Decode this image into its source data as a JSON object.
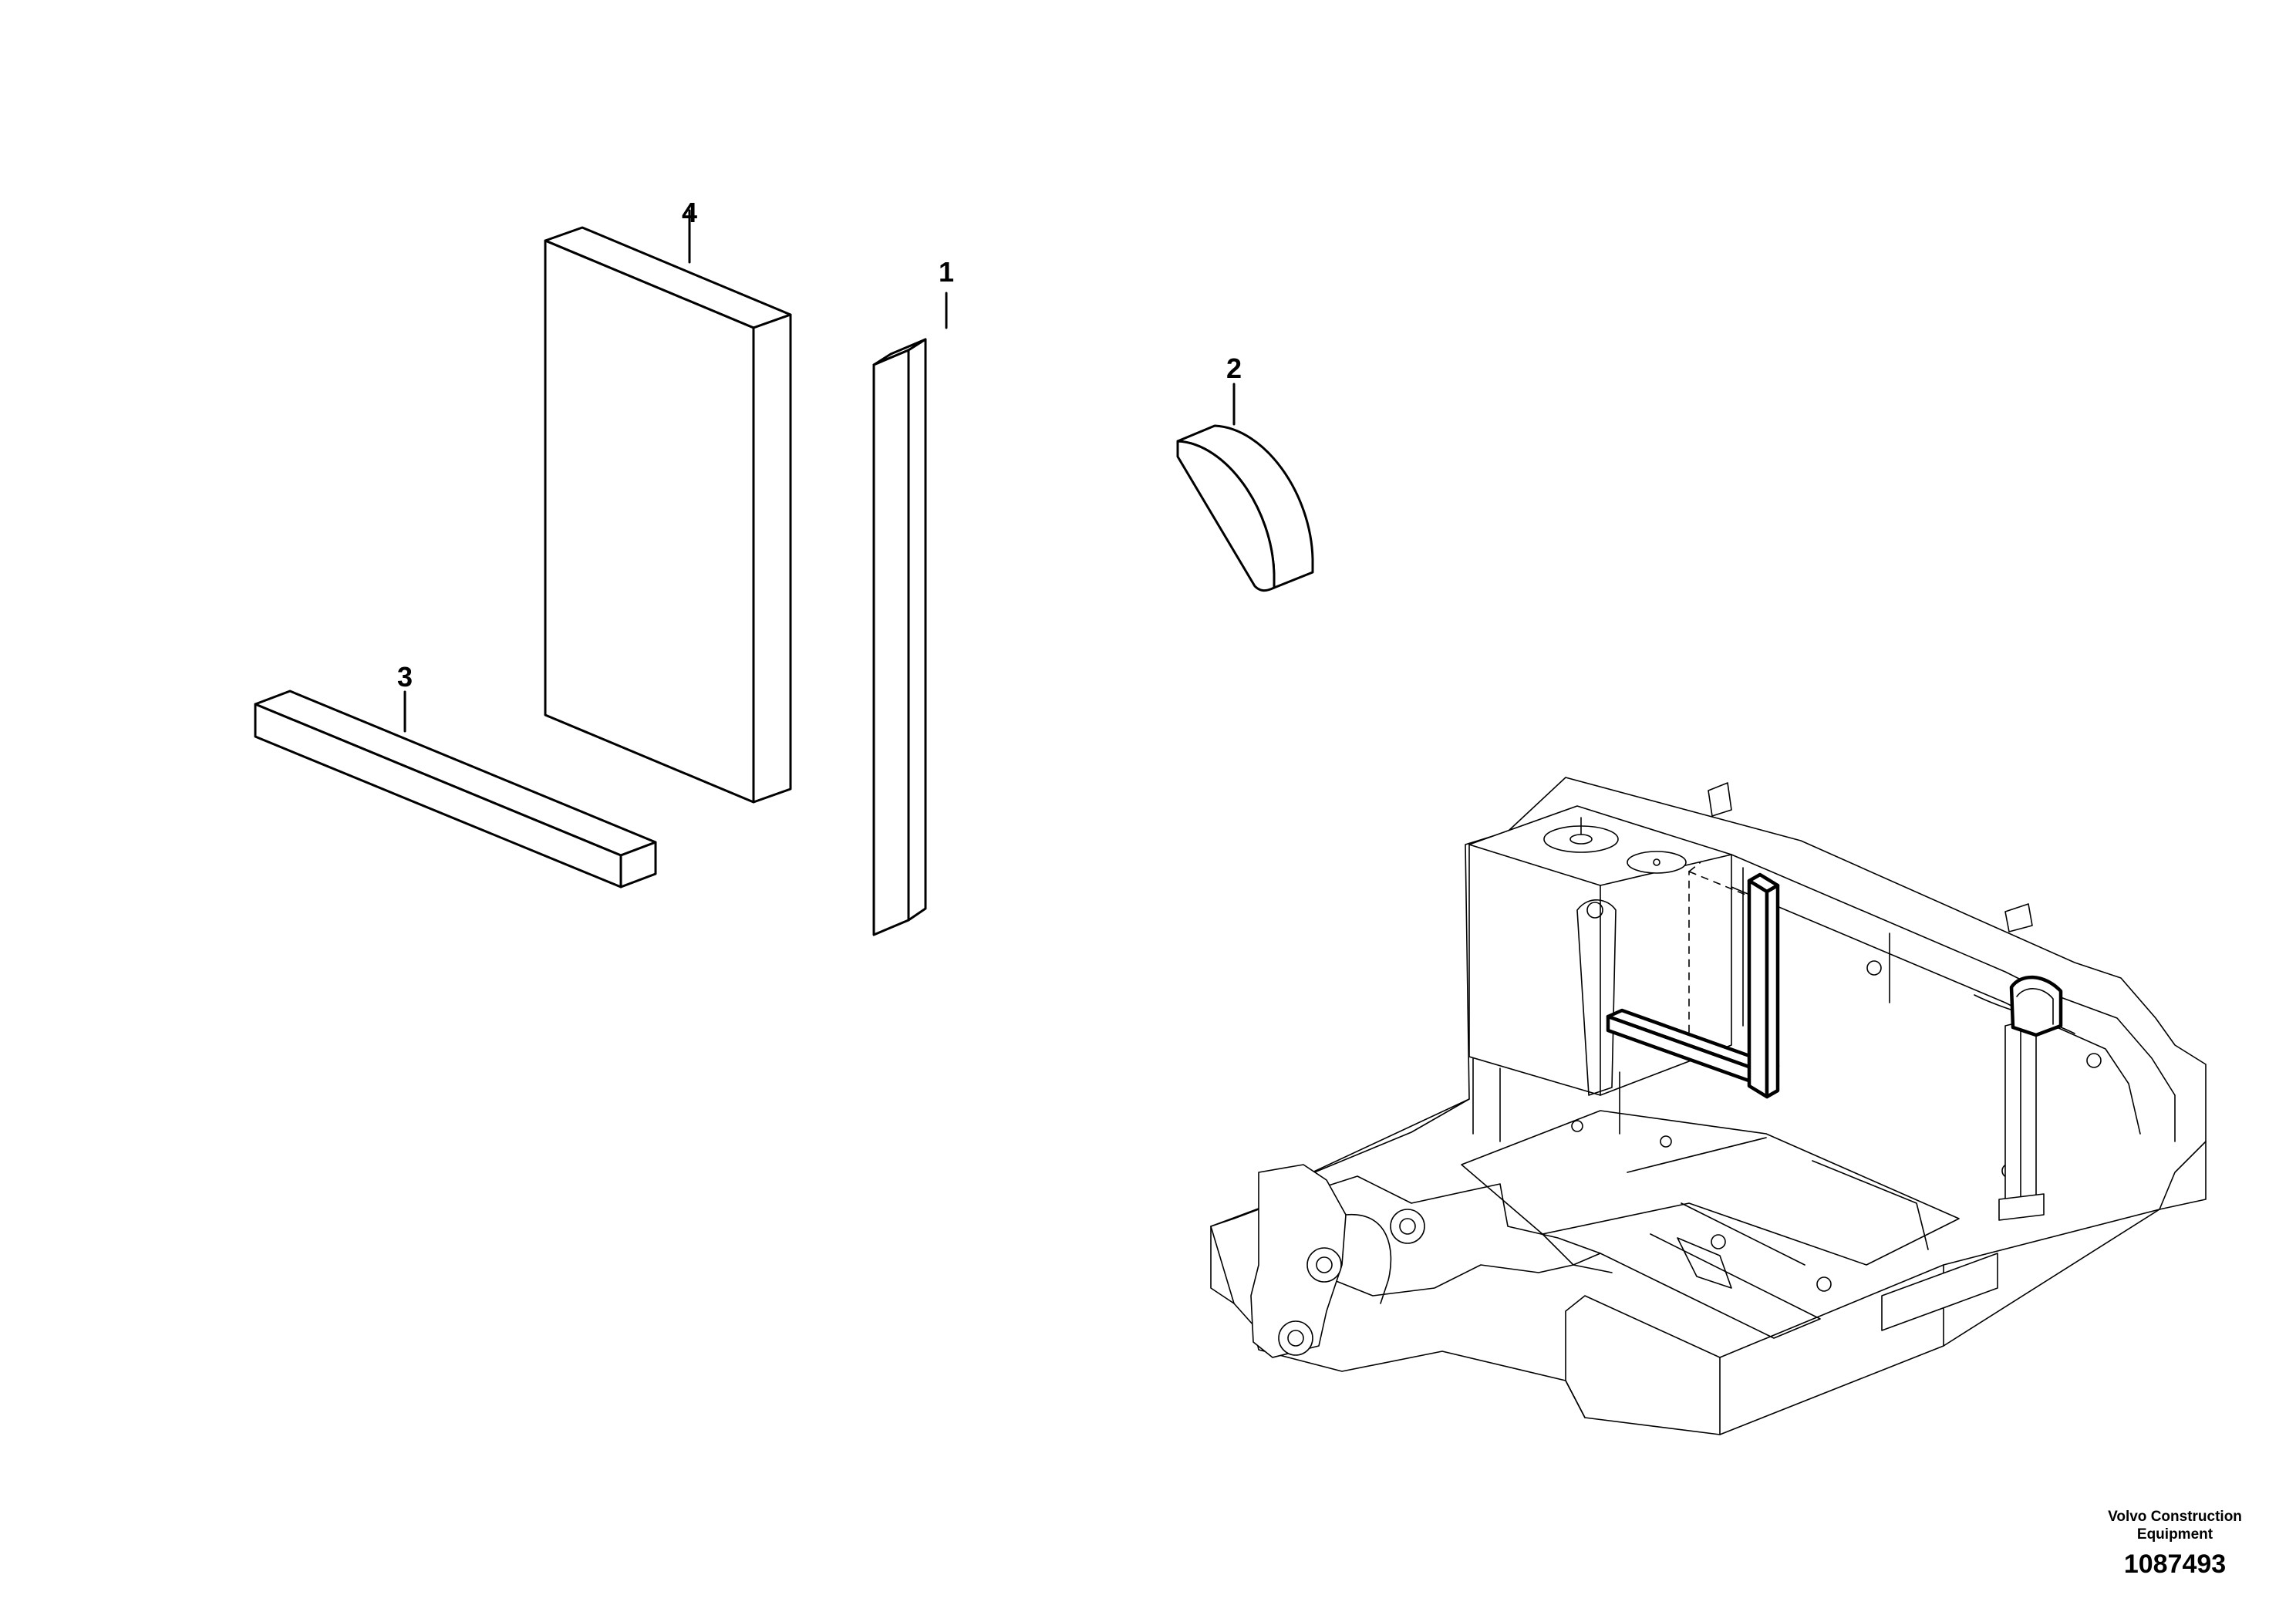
{
  "callouts": [
    {
      "id": "1",
      "label": "1"
    },
    {
      "id": "2",
      "label": "2"
    },
    {
      "id": "3",
      "label": "3"
    },
    {
      "id": "4",
      "label": "4"
    }
  ],
  "footer": {
    "brand_line1": "Volvo Construction",
    "brand_line2": "Equipment",
    "image_number": "1087493"
  }
}
